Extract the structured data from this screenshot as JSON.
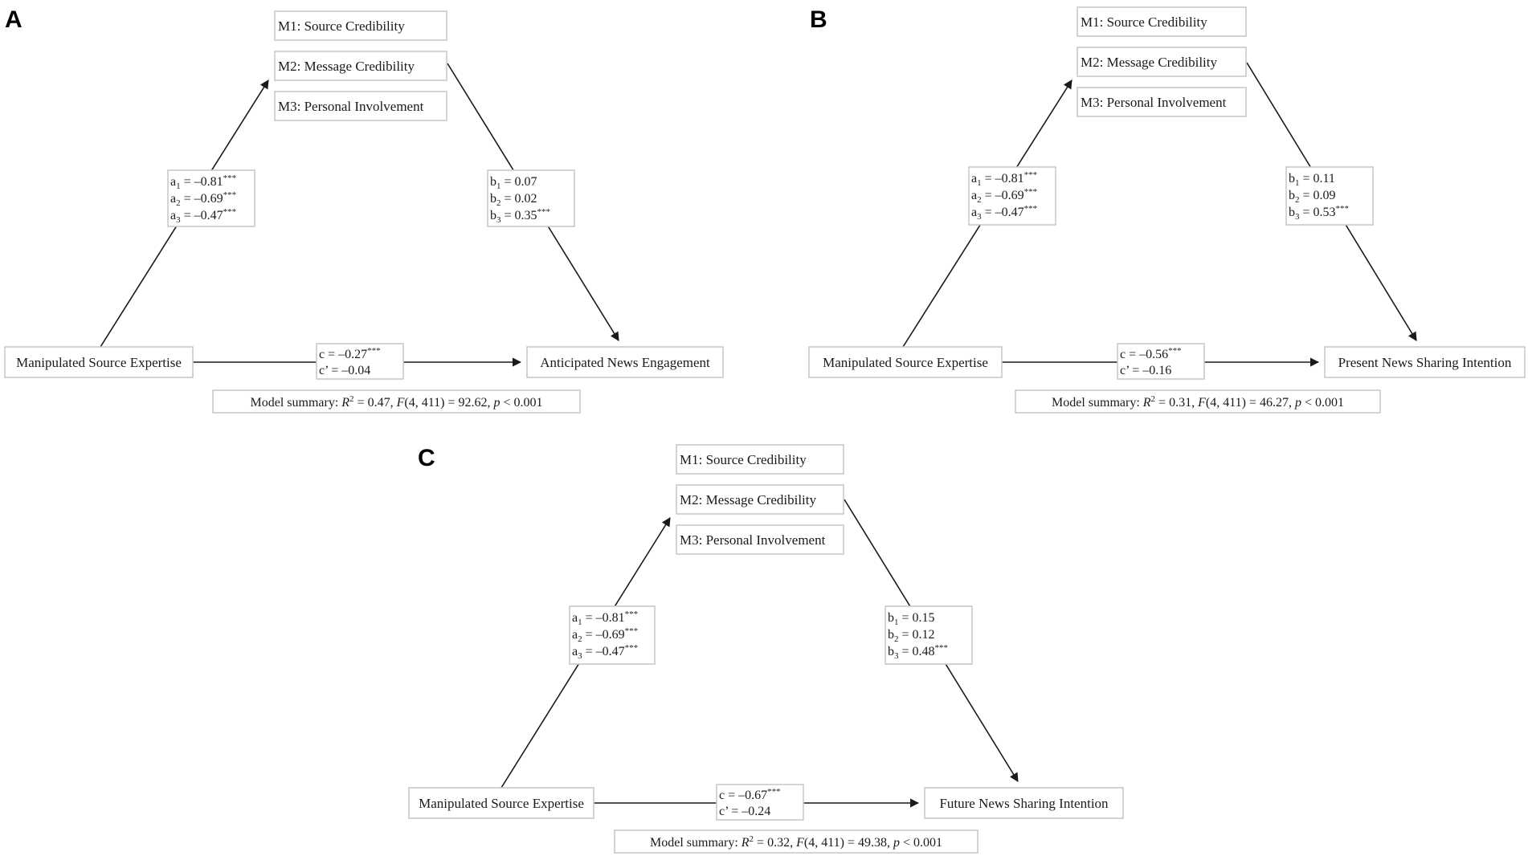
{
  "panels": [
    {
      "letter": "A",
      "mediators": [
        "M1: Source Credibility",
        "M2: Message Credibility",
        "M3: Personal Involvement"
      ],
      "predictor": "Manipulated Source Expertise",
      "outcome": "Anticipated News Engagement",
      "a_paths": [
        {
          "prefix": "a",
          "sub": "1",
          "value": " = –0.81",
          "sig": "***"
        },
        {
          "prefix": "a",
          "sub": "2",
          "value": " = –0.69",
          "sig": "***"
        },
        {
          "prefix": "a",
          "sub": "3",
          "value": " = –0.47",
          "sig": "***"
        }
      ],
      "b_paths": [
        {
          "prefix": "b",
          "sub": "1",
          "value": " = 0.07",
          "sig": ""
        },
        {
          "prefix": "b",
          "sub": "2",
          "value": " = 0.02",
          "sig": ""
        },
        {
          "prefix": "b",
          "sub": "3",
          "value": " = 0.35",
          "sig": "***"
        }
      ],
      "c_paths": [
        {
          "label": "c = –0.27",
          "sig": "***"
        },
        {
          "label": "c’ = –0.04",
          "sig": ""
        }
      ],
      "summary": {
        "prefix": "Model summary: ",
        "r": "R",
        "r_sup": "2",
        "r_val": " = 0.47, ",
        "f": "F",
        "f_val": "(4, 411) = 92.62, ",
        "p": "p",
        "p_val": " < 0.001"
      }
    },
    {
      "letter": "B",
      "mediators": [
        "M1: Source Credibility",
        "M2: Message Credibility",
        "M3: Personal Involvement"
      ],
      "predictor": "Manipulated Source Expertise",
      "outcome": "Present News Sharing Intention",
      "a_paths": [
        {
          "prefix": "a",
          "sub": "1",
          "value": " = –0.81",
          "sig": "***"
        },
        {
          "prefix": "a",
          "sub": "2",
          "value": " = –0.69",
          "sig": "***"
        },
        {
          "prefix": "a",
          "sub": "3",
          "value": " = –0.47",
          "sig": "***"
        }
      ],
      "b_paths": [
        {
          "prefix": "b",
          "sub": "1",
          "value": " = 0.11",
          "sig": ""
        },
        {
          "prefix": "b",
          "sub": "2",
          "value": " = 0.09",
          "sig": ""
        },
        {
          "prefix": "b",
          "sub": "3",
          "value": " = 0.53",
          "sig": "***"
        }
      ],
      "c_paths": [
        {
          "label": "c = –0.56",
          "sig": "***"
        },
        {
          "label": "c’ = –0.16",
          "sig": ""
        }
      ],
      "summary": {
        "prefix": "Model summary: ",
        "r": "R",
        "r_sup": "2",
        "r_val": " = 0.31, ",
        "f": "F",
        "f_val": "(4, 411) = 46.27, ",
        "p": "p",
        "p_val": " < 0.001"
      }
    },
    {
      "letter": "C",
      "mediators": [
        "M1: Source Credibility",
        "M2: Message Credibility",
        "M3: Personal Involvement"
      ],
      "predictor": "Manipulated Source Expertise",
      "outcome": "Future News Sharing Intention",
      "a_paths": [
        {
          "prefix": "a",
          "sub": "1",
          "value": " = –0.81",
          "sig": "***"
        },
        {
          "prefix": "a",
          "sub": "2",
          "value": " = –0.69",
          "sig": "***"
        },
        {
          "prefix": "a",
          "sub": "3",
          "value": " = –0.47",
          "sig": "***"
        }
      ],
      "b_paths": [
        {
          "prefix": "b",
          "sub": "1",
          "value": " = 0.15",
          "sig": ""
        },
        {
          "prefix": "b",
          "sub": "2",
          "value": " = 0.12",
          "sig": ""
        },
        {
          "prefix": "b",
          "sub": "3",
          "value": " = 0.48",
          "sig": "***"
        }
      ],
      "c_paths": [
        {
          "label": "c = –0.67",
          "sig": "***"
        },
        {
          "label": "c’ = –0.24",
          "sig": ""
        }
      ],
      "summary": {
        "prefix": "Model summary: ",
        "r": "R",
        "r_sup": "2",
        "r_val": " = 0.32, ",
        "f": "F",
        "f_val": "(4, 411) = 49.38, ",
        "p": "p",
        "p_val": " < 0.001"
      }
    }
  ]
}
